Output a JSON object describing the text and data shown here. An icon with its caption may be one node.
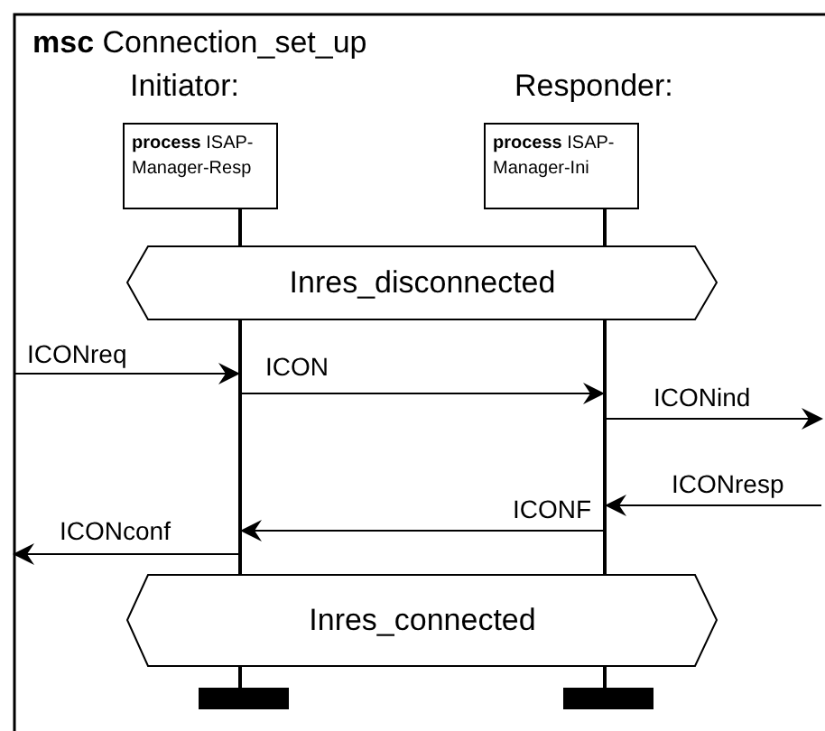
{
  "diagram": {
    "title": "**msc** Connection_set_up",
    "nodes": [
      {
        "text": [
          "Initiator:",
          "**process** ISAP-Manager-Resp"
        ]
      },
      {
        "text": [
          "Responder:",
          "**process** ISAP-Manager-Ini"
        ]
      },
      {
        "text": [
          "Inres_disconnected"
        ]
      },
      {
        "text": [
          "Inres_connected"
        ]
      },
      {
        "text": [],
        "shape": "line"
      },
      {
        "text": [],
        "shape": "line"
      }
    ],
    "edges": [
      {
        "from": null,
        "to": 4,
        "arrow": "to",
        "label": "ICONreq"
      },
      {
        "from": 4,
        "to": 5,
        "arrow": "to",
        "label": "ICON"
      },
      {
        "from": 5,
        "to": null,
        "arrow": "to",
        "label": "ICONind"
      },
      {
        "from": null,
        "to": 5,
        "arrow": "to",
        "label": "ICONresp"
      },
      {
        "from": 5,
        "to": 4,
        "arrow": "to",
        "label": "ICONF"
      },
      {
        "from": 4,
        "to": null,
        "arrow": "to",
        "label": "ICONconf"
      }
    ]
  }
}
